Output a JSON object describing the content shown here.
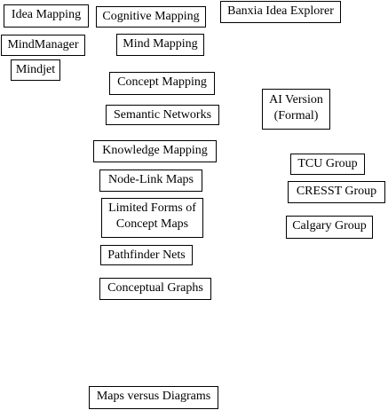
{
  "nodes": {
    "idea_mapping": "Idea Mapping",
    "cognitive_mapping": "Cognitive Mapping",
    "banxia_idea_explorer": "Banxia Idea Explorer",
    "mindmanager": "MindManager",
    "mind_mapping": "Mind Mapping",
    "mindjet": "Mindjet",
    "concept_mapping": "Concept Mapping",
    "ai_version": [
      "AI Version",
      "(Formal)"
    ],
    "semantic_networks": "Semantic Networks",
    "knowledge_mapping": "Knowledge Mapping",
    "tcu_group": "TCU Group",
    "node_link_maps": "Node-Link Maps",
    "cresst_group": "CRESST Group",
    "limited_forms": [
      "Limited Forms of",
      "Concept Maps"
    ],
    "calgary_group": "Calgary Group",
    "pathfinder_nets": "Pathfinder Nets",
    "conceptual_graphs": "Conceptual Graphs",
    "maps_vs_diagrams": "Maps versus Diagrams"
  }
}
